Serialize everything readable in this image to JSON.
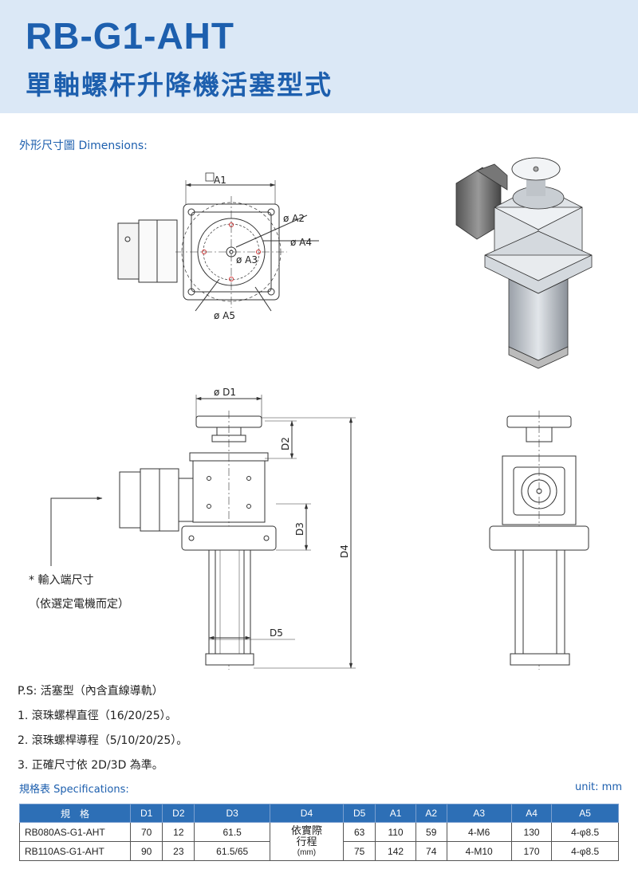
{
  "header": {
    "title": "RB-G1-AHT",
    "subtitle": "單軸螺杆升降機活塞型式"
  },
  "dimensions_label": "外形尺寸圖 Dimensions:",
  "drawing": {
    "top_view": {
      "a1": "A1",
      "a2": "ø A2",
      "a3": "ø A3",
      "a4": "ø A4",
      "a5": "ø A5"
    },
    "front_view": {
      "d1": "ø D1",
      "d2": "D2",
      "d3": "D3",
      "d4": "D4",
      "d5": "D5"
    },
    "input_note": "* 輸入端尺寸",
    "input_note_2": "（依選定電機而定）"
  },
  "notes": [
    "P.S: 活塞型（內含直線導軌）",
    "1. 滾珠螺桿直徑（16/20/25）。",
    "2. 滾珠螺桿導程（5/10/20/25）。",
    "3. 正確尺寸依 2D/3D 為準。"
  ],
  "spec_label": "規格表 Specifications:",
  "unit": "unit: mm",
  "table": {
    "headers": [
      "規　格",
      "D1",
      "D2",
      "D3",
      "D4",
      "D5",
      "A1",
      "A2",
      "A3",
      "A4",
      "A5"
    ],
    "d4_text": "依實際",
    "d4_text_2": "行程",
    "d4_unit": "(mm)",
    "rows": [
      {
        "model": "RB080AS-G1-AHT",
        "d1": "70",
        "d2": "12",
        "d3": "61.5",
        "d5": "63",
        "a1": "110",
        "a2": "59",
        "a3": "4-M6",
        "a4": "130",
        "a5": "4-φ8.5"
      },
      {
        "model": "RB110AS-G1-AHT",
        "d1": "90",
        "d2": "23",
        "d3": "61.5/65",
        "d5": "75",
        "a1": "142",
        "a2": "74",
        "a3": "4-M10",
        "a4": "170",
        "a5": "4-φ8.5"
      }
    ]
  },
  "colors": {
    "brand_blue": "#1d5fae",
    "header_bg": "#dbe8f6",
    "table_header": "#2d6fb6"
  }
}
